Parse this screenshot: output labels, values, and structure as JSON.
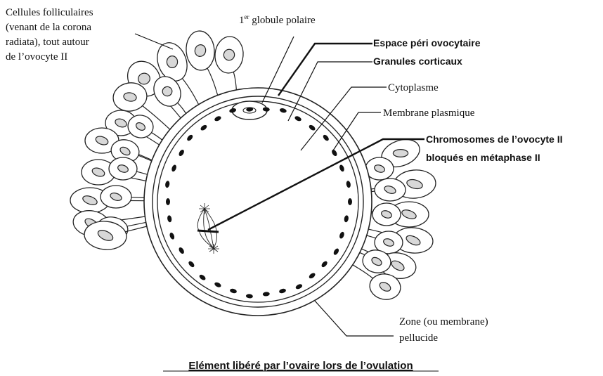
{
  "labels": {
    "cellules_line1": "Cellules folliculaires",
    "cellules_line2": "(venant de la corona",
    "cellules_line3": "radiata), tout autour",
    "cellules_line4": "de l’ovocyte II",
    "globule_prefix": "1",
    "globule_sup": "er",
    "globule_rest": " globule polaire",
    "espace": "Espace péri ovocytaire",
    "granules": "Granules corticaux",
    "cytoplasme": "Cytoplasme",
    "membrane_plasmique": "Membrane plasmique",
    "chromosomes_line1": "Chromosomes de l’ovocyte II",
    "chromosomes_line2": "bloqués en métaphase II",
    "zone_line1": "Zone (ou membrane)",
    "zone_line2": "pellucide"
  },
  "caption": "Elément libéré par l’ovaire lors de l’ovulation"
}
